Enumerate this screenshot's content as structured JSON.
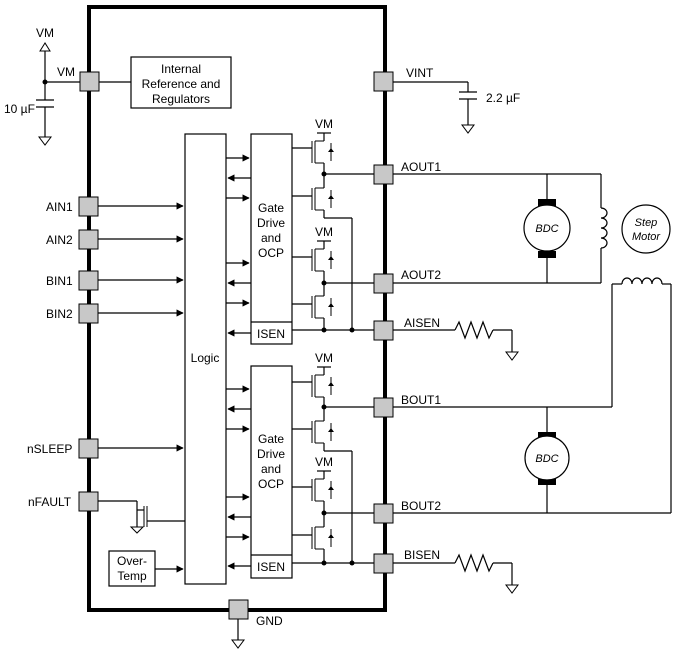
{
  "pins": {
    "vm": "VM",
    "vint": "VINT",
    "aout1": "AOUT1",
    "aout2": "AOUT2",
    "aisen": "AISEN",
    "bout1": "BOUT1",
    "bout2": "BOUT2",
    "bisen": "BISEN",
    "ain1": "AIN1",
    "ain2": "AIN2",
    "bin1": "BIN1",
    "bin2": "BIN2",
    "nsleep": "nSLEEP",
    "nfault": "nFAULT",
    "gnd": "GND"
  },
  "supply": {
    "vm_top": "VM",
    "vm_rail_a1": "VM",
    "vm_rail_a2": "VM",
    "vm_rail_b1": "VM",
    "vm_rail_b2": "VM"
  },
  "caps": {
    "c_vm": "10 µF",
    "c_vint": "2.2 µF"
  },
  "blocks": {
    "ref_line1": "Internal",
    "ref_line2": "Reference and",
    "ref_line3": "Regulators",
    "logic": "Logic",
    "gate_a_line1": "Gate",
    "gate_a_line2": "Drive",
    "gate_a_line3": "and",
    "gate_a_line4": "OCP",
    "gate_b_line1": "Gate",
    "gate_b_line2": "Drive",
    "gate_b_line3": "and",
    "gate_b_line4": "OCP",
    "isen_a": "ISEN",
    "isen_b": "ISEN",
    "ot_line1": "Over-",
    "ot_line2": "Temp"
  },
  "motors": {
    "bdc_a": "BDC",
    "bdc_b": "BDC",
    "step_line1": "Step",
    "step_line2": "Motor"
  },
  "colors": {
    "pin_fill": "#c8c8c8",
    "line": "#000000"
  }
}
